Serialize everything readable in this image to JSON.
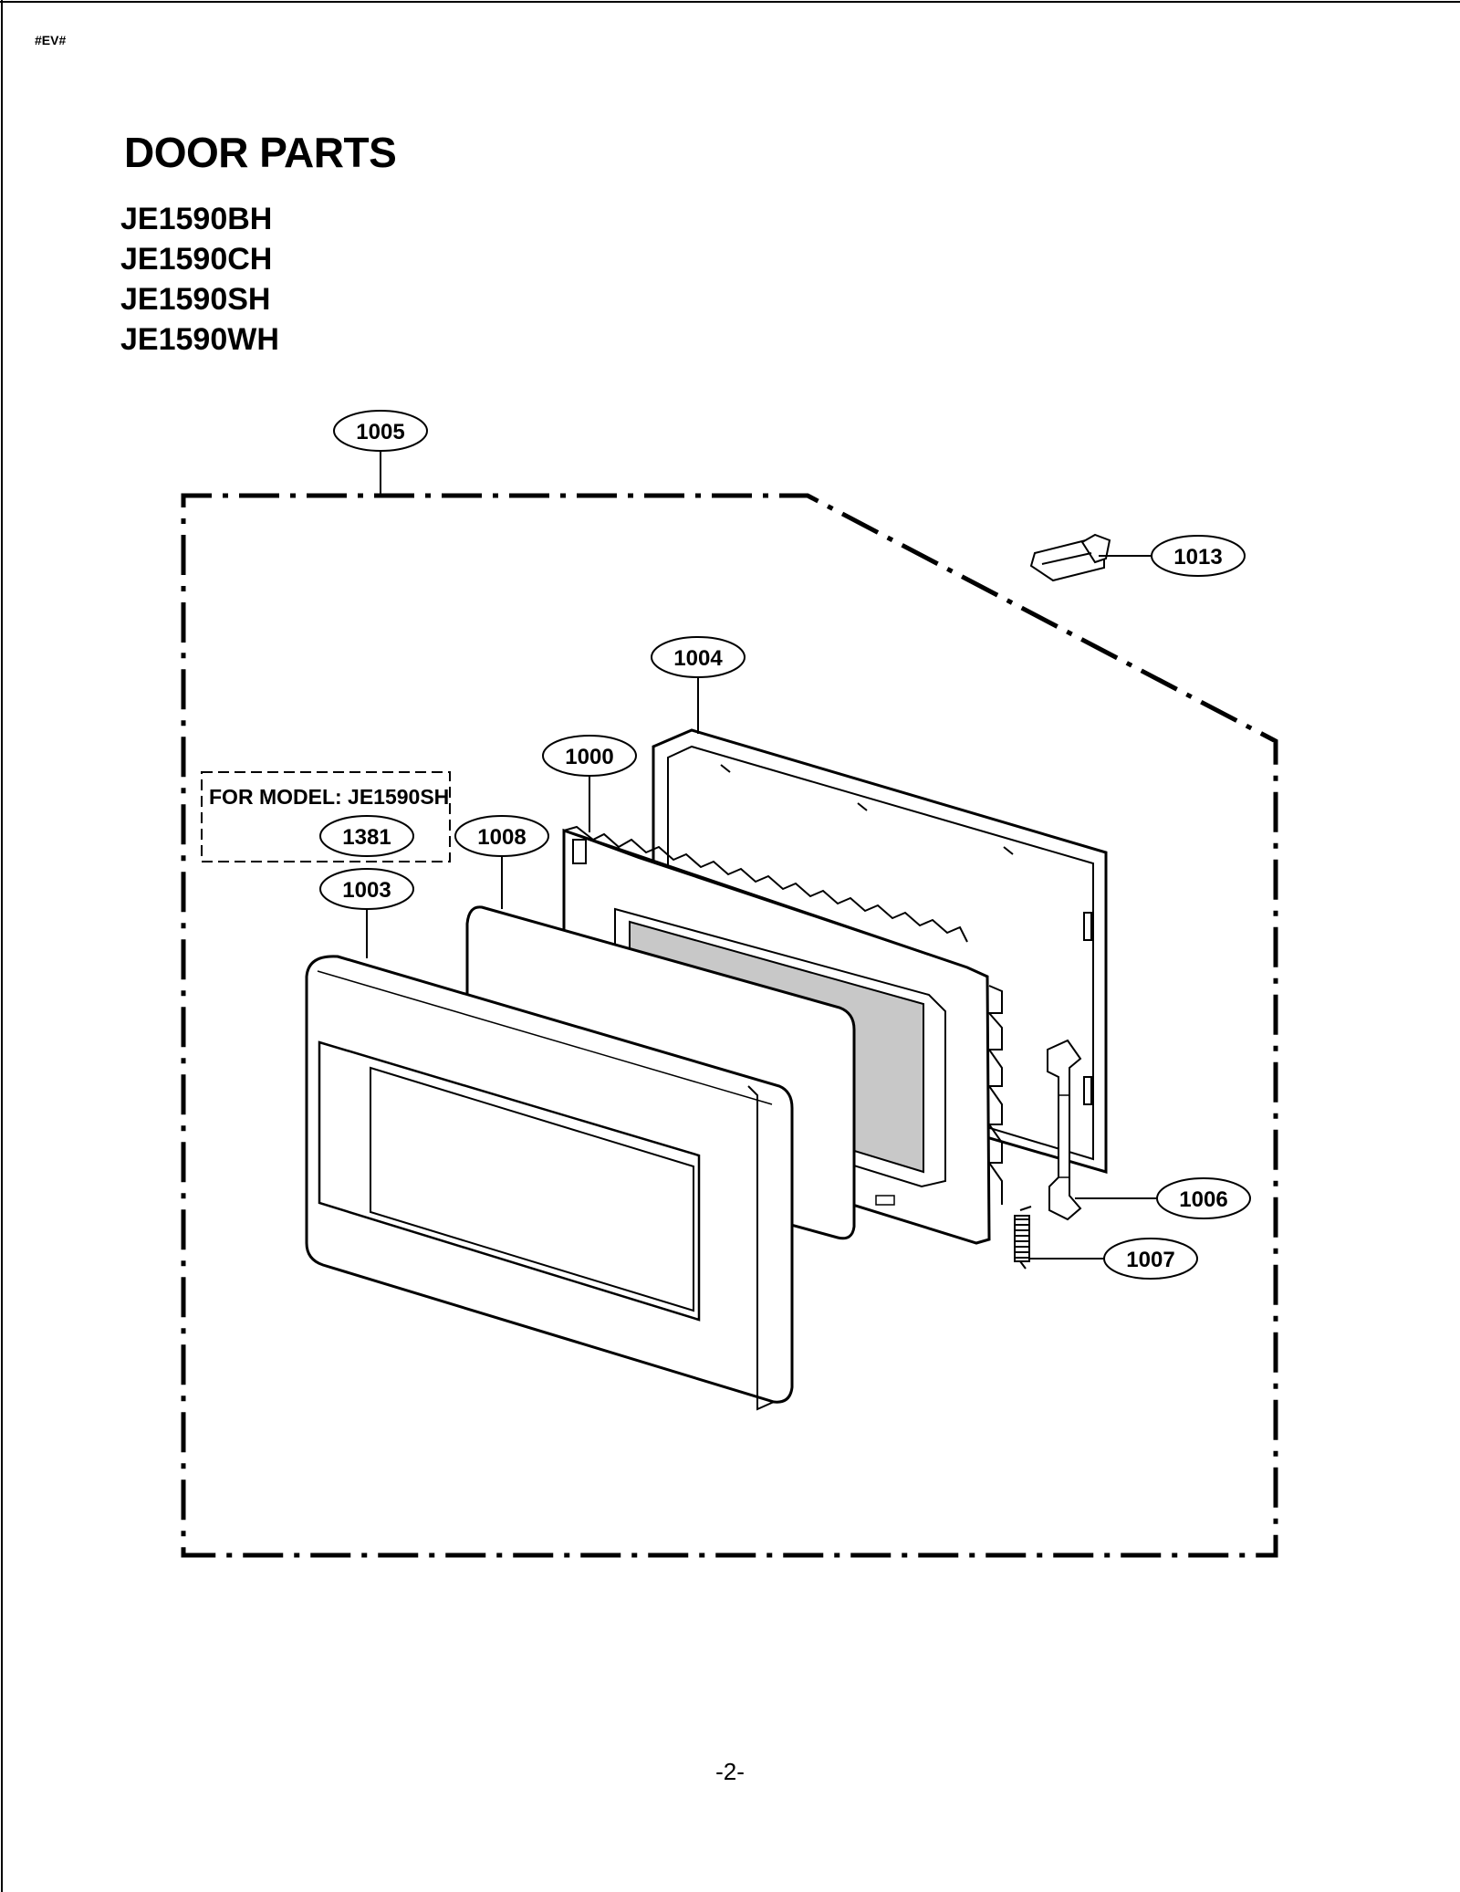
{
  "header": {
    "doc_code": "#EV#",
    "title": "DOOR PARTS",
    "models": [
      "JE1590BH",
      "JE1590CH",
      "JE1590SH",
      "JE1590WH"
    ]
  },
  "diagram": {
    "note_label": "FOR MODEL: JE1590SH",
    "callouts": {
      "p1005": "1005",
      "p1013": "1013",
      "p1004": "1004",
      "p1000": "1000",
      "p1381": "1381",
      "p1008": "1008",
      "p1003": "1003",
      "p1006": "1006",
      "p1007": "1007"
    }
  },
  "footer": {
    "page_number": "-2-"
  }
}
